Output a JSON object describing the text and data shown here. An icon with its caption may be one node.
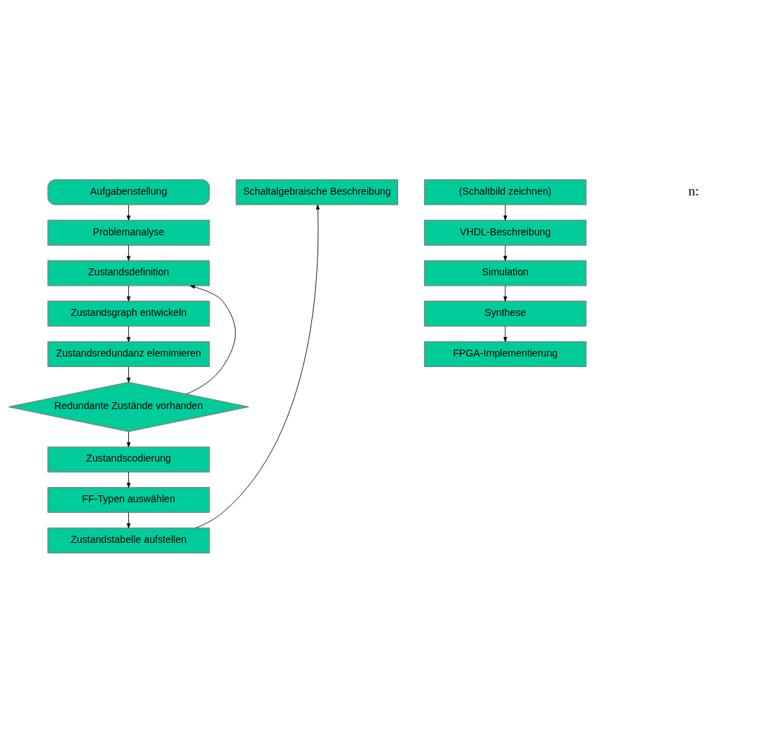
{
  "diagram": {
    "nodes": [
      {
        "text": [
          "Aufgabenstellung"
        ]
      },
      {
        "text": [
          "Problemanalyse"
        ]
      },
      {
        "text": [
          "Zustandsdefinition"
        ]
      },
      {
        "text": [
          "Zustandsgraph entwickeln"
        ]
      },
      {
        "text": [
          "Zustandsredundanz elemimieren"
        ]
      },
      {
        "text": [
          "Redundante Zustände vorhanden"
        ]
      },
      {
        "text": [
          "Zustandscodierung"
        ]
      },
      {
        "text": [
          "FF-Typen auswählen"
        ]
      },
      {
        "text": [
          "Zustandstabelle aufstellen"
        ]
      },
      {
        "text": [
          "Schaltalgebraische Beschreibung"
        ]
      },
      {
        "text": [
          "(Schaltbild zeichnen)"
        ]
      },
      {
        "text": [
          "VHDL-Beschreibung"
        ]
      },
      {
        "text": [
          "Simulation"
        ]
      },
      {
        "text": [
          "Synthese"
        ]
      },
      {
        "text": [
          "FPGA-Implementierung"
        ]
      }
    ],
    "edges": [
      {
        "from": 0,
        "to": 1,
        "arrow": "to"
      },
      {
        "from": 1,
        "to": 2,
        "arrow": "to"
      },
      {
        "from": 2,
        "to": 3,
        "arrow": "to"
      },
      {
        "from": 3,
        "to": 4,
        "arrow": "to"
      },
      {
        "from": 4,
        "to": 5,
        "arrow": "to"
      },
      {
        "from": 5,
        "to": 2,
        "arrow": "to"
      },
      {
        "from": 5,
        "to": 6,
        "arrow": "to"
      },
      {
        "from": 6,
        "to": 7,
        "arrow": "to"
      },
      {
        "from": 7,
        "to": 8,
        "arrow": "to"
      },
      {
        "from": 8,
        "to": 9,
        "arrow": "to"
      },
      {
        "from": 10,
        "to": 11,
        "arrow": "to"
      },
      {
        "from": 11,
        "to": 12,
        "arrow": "to"
      },
      {
        "from": 12,
        "to": 13,
        "arrow": "to"
      },
      {
        "from": 13,
        "to": 14,
        "arrow": "to"
      }
    ],
    "labels": [
      "n:"
    ]
  }
}
